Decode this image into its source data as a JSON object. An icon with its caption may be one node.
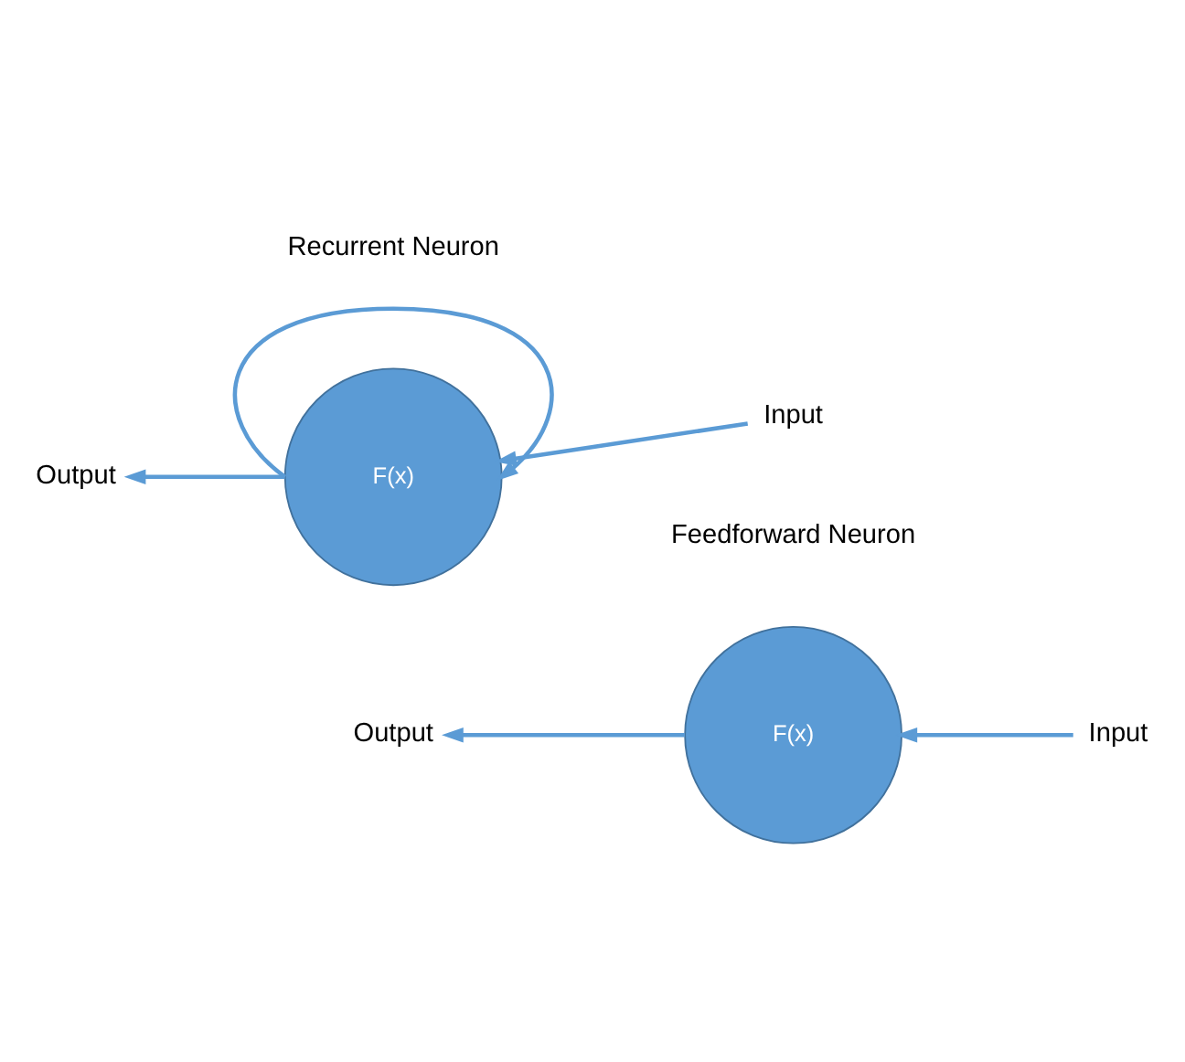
{
  "diagram": {
    "nodes": [
      {
        "text": [
          "Output"
        ]
      },
      {
        "text": [
          "F(x)"
        ]
      },
      {
        "text": [
          "Input"
        ]
      },
      {
        "text": [
          "Output"
        ]
      },
      {
        "text": [
          "F(x)"
        ]
      },
      {
        "text": [
          "Input"
        ]
      }
    ],
    "edges": [
      {
        "from": 1,
        "to": 0,
        "arrow": "to"
      },
      {
        "from": 2,
        "to": 1,
        "arrow": "to"
      },
      {
        "from": 4,
        "to": 3,
        "arrow": "to"
      },
      {
        "from": 5,
        "to": 4,
        "arrow": "to"
      },
      {
        "from": 4,
        "to": 4,
        "arrow": "to"
      }
    ],
    "labels": [
      "Feedforward Neuron",
      "Recurrent Neuron"
    ]
  }
}
